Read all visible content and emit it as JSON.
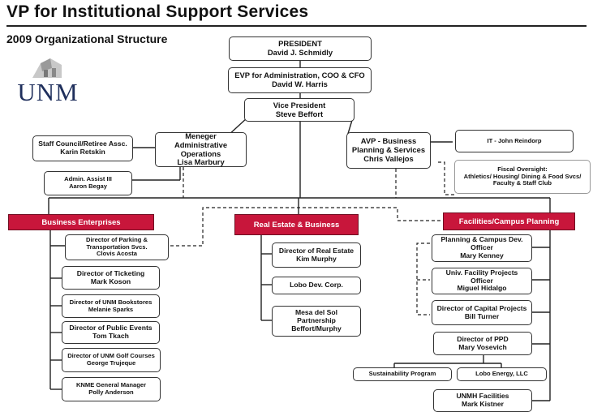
{
  "header": {
    "title": "VP for Institutional Support Services",
    "subtitle": "2009 Organizational Structure"
  },
  "logo": {
    "text": "UNM",
    "color": "#1f2f5c"
  },
  "colors": {
    "department_fill": "#c8163b",
    "line": "#222222"
  },
  "nodes": {
    "president": {
      "title": "PRESIDENT",
      "name": "David J. Schmidly"
    },
    "evp": {
      "title": "EVP for Administration, COO & CFO",
      "name": "David W. Harris"
    },
    "vp": {
      "title": "Vice President",
      "name": "Steve Beffort"
    },
    "manager_admin": {
      "title": "Meneger Administrative Operations",
      "name": "Lisa Marbury"
    },
    "staff_council": {
      "title": "Staff Council/Retiree Assc.",
      "name": "Karin Retskin"
    },
    "admin_assist": {
      "title": "Admin. Assist III",
      "name": "Aaron Begay"
    },
    "avp_business": {
      "title": "AVP - Business Planning & Services",
      "name": "Chris Vallejos"
    },
    "it": {
      "title": "IT - John Reindorp"
    },
    "fiscal": {
      "title": "Fiscal Oversight:",
      "text": "Athletics/ Housing/ Dining & Food Svcs/ Faculty & Staff Club"
    }
  },
  "departments": {
    "business": "Business Enterprises",
    "real_estate": "Real Estate & Business",
    "facilities": "Facilities/Campus Planning"
  },
  "business_units": [
    {
      "title": "Director of Parking & Transportation Svcs.",
      "name": "Clovis Acosta"
    },
    {
      "title": "Director of Ticketing",
      "name": "Mark Koson"
    },
    {
      "title": "Director of UNM Bookstores",
      "name": "Melanie Sparks"
    },
    {
      "title": "Director of Public Events",
      "name": "Tom Tkach"
    },
    {
      "title": "Director of UNM Golf Courses",
      "name": "George Trujeque"
    },
    {
      "title": "KNME General Manager",
      "name": "Polly Anderson"
    }
  ],
  "real_estate_units": [
    {
      "title": "Director of Real Estate",
      "name": "Kim Murphy"
    },
    {
      "title": "Lobo Dev. Corp.",
      "name": ""
    },
    {
      "title": "Mesa del Sol Partnership",
      "name": "Beffort/Murphy"
    }
  ],
  "facilities_units": [
    {
      "title": "Planning & Campus Dev. Officer",
      "name": "Mary Kenney"
    },
    {
      "title": "Univ. Facility Projects Officer",
      "name": "Miguel Hidalgo"
    },
    {
      "title": "Director of Capital Projects",
      "name": "Bill Turner"
    },
    {
      "title": "Director of PPD",
      "name": "Mary Vosevich"
    },
    {
      "title": "UNMH Facilities",
      "name": "Mark Kistner"
    }
  ],
  "ppd_units": {
    "sustainability": "Sustainability Program",
    "lobo_energy": "Lobo Energy, LLC"
  }
}
